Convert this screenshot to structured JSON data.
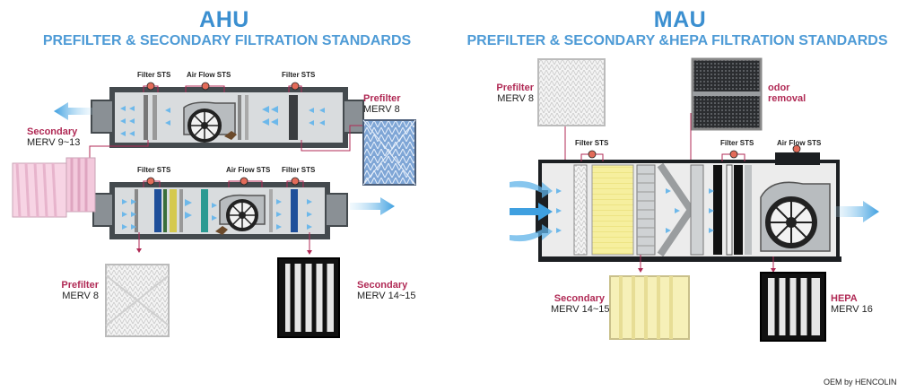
{
  "ahu": {
    "title": "AHU",
    "subtitle": "PREFILTER & SECONDARY FILTRATION STANDARDS",
    "unit1_sensors": [
      "Filter STS",
      "Air Flow STS",
      "Filter STS"
    ],
    "unit2_sensors": [
      "Filter STS",
      "Air Flow STS",
      "Filter STS"
    ],
    "callouts": {
      "prefilter_top": {
        "name": "Prefilter",
        "rating": "MERV 8"
      },
      "secondary_left": {
        "name": "Secondary",
        "rating": "MERV 9~13"
      },
      "prefilter_bottom": {
        "name": "Prefilter",
        "rating": "MERV 8"
      },
      "secondary_bottom": {
        "name": "Secondary",
        "rating": "MERV 14~15"
      }
    }
  },
  "mau": {
    "title": "MAU",
    "subtitle": "PREFILTER & SECONDARY &HEPA FILTRATION STANDARDS",
    "sensors": [
      "Filter STS",
      "Filter STS",
      "Air Flow STS"
    ],
    "callouts": {
      "prefilter": {
        "name": "Prefilter",
        "rating": "MERV 8"
      },
      "odor": {
        "name_line1": "odor",
        "name_line2": "removal"
      },
      "secondary": {
        "name": "Secondary",
        "rating": "MERV 14~15"
      },
      "hepa": {
        "name": "HEPA",
        "rating": "MERV 16"
      }
    }
  },
  "footer": "OEM by HENCOLIN",
  "colors": {
    "title_blue": "#3b8fd0",
    "label_red": "#b02a55",
    "air_blue": "#5fb3e8",
    "unit_gray": "#d9dcde",
    "frame_dark": "#444a4e"
  }
}
